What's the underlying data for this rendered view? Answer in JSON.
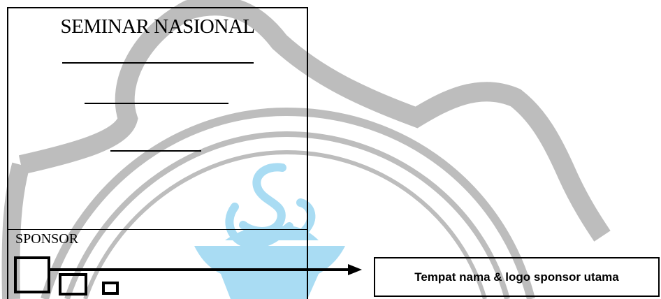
{
  "banner": {
    "title": "SEMINAR NASIONAL",
    "sponsor_label": "SPONSOR"
  },
  "callout": {
    "text": "Tempat nama & logo sponsor utama"
  },
  "colors": {
    "watermark_gray": "#b9b9b9",
    "watermark_blue": "#a9dcf3",
    "ink": "#000000"
  }
}
